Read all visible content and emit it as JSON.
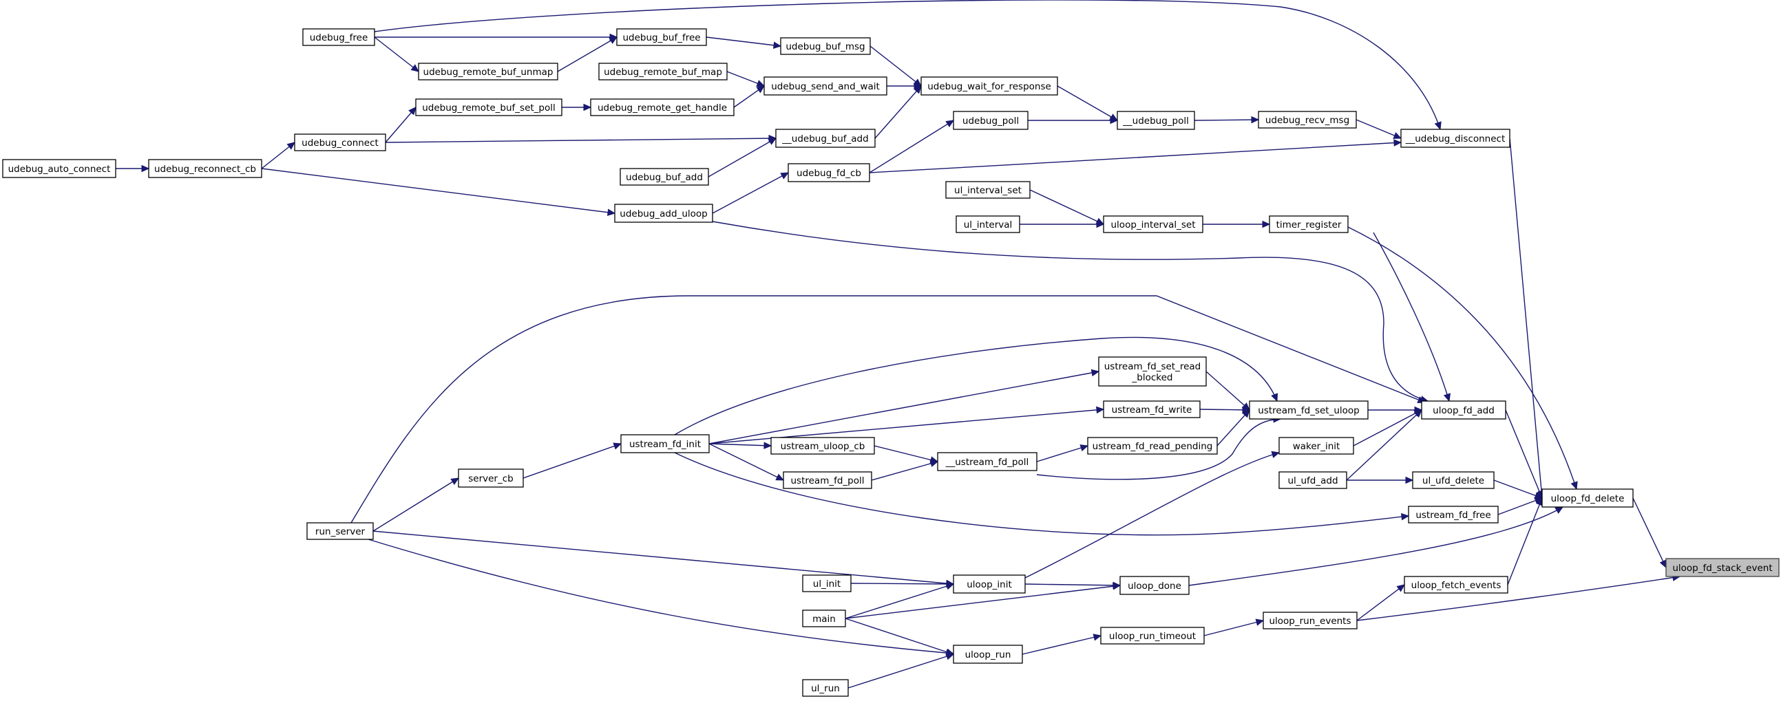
{
  "graph": {
    "type": "call-graph",
    "root": "uloop_fd_stack_event",
    "edge_color": "#191970",
    "root_fill": "#bfbfbf",
    "nodes": [
      {
        "id": "root",
        "label": "uloop_fd_stack_event"
      },
      {
        "id": "fd_delete",
        "label": "uloop_fd_delete"
      },
      {
        "id": "fd_add",
        "label": "uloop_fd_add"
      },
      {
        "id": "ul_ufd_delete",
        "label": "ul_ufd_delete"
      },
      {
        "id": "ustream_fd_free",
        "label": "ustream_fd_free"
      },
      {
        "id": "uloop_done",
        "label": "uloop_done"
      },
      {
        "id": "fetch_events",
        "label": "uloop_fetch_events"
      },
      {
        "id": "run_events",
        "label": "uloop_run_events"
      },
      {
        "id": "disconnect",
        "label": "__udebug_disconnect"
      },
      {
        "id": "timer_register",
        "label": "timer_register"
      },
      {
        "id": "set_uloop",
        "label": "ustream_fd_set_uloop"
      },
      {
        "id": "waker_init",
        "label": "waker_init"
      },
      {
        "id": "ul_ufd_add",
        "label": "ul_ufd_add"
      },
      {
        "id": "recv_msg",
        "label": "udebug_recv_msg"
      },
      {
        "id": "udebug_poll2",
        "label": "__udebug_poll"
      },
      {
        "id": "udebug_poll",
        "label": "udebug_poll"
      },
      {
        "id": "wait_resp",
        "label": "udebug_wait_for_response"
      },
      {
        "id": "send_wait",
        "label": "udebug_send_and_wait"
      },
      {
        "id": "buf_msg",
        "label": "udebug_buf_msg"
      },
      {
        "id": "buf_free",
        "label": "udebug_buf_free"
      },
      {
        "id": "udebug_free",
        "label": "udebug_free"
      },
      {
        "id": "remote_unmap",
        "label": "udebug_remote_buf_unmap"
      },
      {
        "id": "remote_map",
        "label": "udebug_remote_buf_map"
      },
      {
        "id": "remote_get_handle",
        "label": "udebug_remote_get_handle"
      },
      {
        "id": "remote_set_poll",
        "label": "udebug_remote_buf_set_poll"
      },
      {
        "id": "udebug_connect",
        "label": "udebug_connect"
      },
      {
        "id": "reconnect_cb",
        "label": "udebug_reconnect_cb"
      },
      {
        "id": "auto_connect",
        "label": "udebug_auto_connect"
      },
      {
        "id": "buf_add2",
        "label": "__udebug_buf_add"
      },
      {
        "id": "buf_add",
        "label": "udebug_buf_add"
      },
      {
        "id": "fd_cb",
        "label": "udebug_fd_cb"
      },
      {
        "id": "add_uloop",
        "label": "udebug_add_uloop"
      },
      {
        "id": "interval_set",
        "label": "uloop_interval_set"
      },
      {
        "id": "ul_interval_set",
        "label": "ul_interval_set"
      },
      {
        "id": "ul_interval",
        "label": "ul_interval"
      },
      {
        "id": "set_read_blocked",
        "label": "ustream_fd_set_read\n_blocked"
      },
      {
        "id": "fd_write",
        "label": "ustream_fd_write"
      },
      {
        "id": "read_pending",
        "label": "ustream_fd_read_pending"
      },
      {
        "id": "fd_poll2",
        "label": "__ustream_fd_poll"
      },
      {
        "id": "uloop_cb",
        "label": "ustream_uloop_cb"
      },
      {
        "id": "fd_poll",
        "label": "ustream_fd_poll"
      },
      {
        "id": "fd_init",
        "label": "ustream_fd_init"
      },
      {
        "id": "server_cb",
        "label": "server_cb"
      },
      {
        "id": "run_server",
        "label": "run_server"
      },
      {
        "id": "uloop_init",
        "label": "uloop_init"
      },
      {
        "id": "ul_init",
        "label": "ul_init"
      },
      {
        "id": "main",
        "label": "main"
      },
      {
        "id": "uloop_run",
        "label": "uloop_run"
      },
      {
        "id": "ul_run",
        "label": "ul_run"
      },
      {
        "id": "run_timeout",
        "label": "uloop_run_timeout"
      }
    ],
    "edges": [
      {
        "from": "fd_delete",
        "to": "root"
      },
      {
        "from": "run_events",
        "to": "root"
      },
      {
        "from": "fd_add",
        "to": "fd_delete"
      },
      {
        "from": "ul_ufd_delete",
        "to": "fd_delete"
      },
      {
        "from": "ustream_fd_free",
        "to": "fd_delete"
      },
      {
        "from": "uloop_done",
        "to": "fd_delete"
      },
      {
        "from": "fetch_events",
        "to": "fd_delete"
      },
      {
        "from": "disconnect",
        "to": "fd_delete"
      },
      {
        "from": "timer_register",
        "to": "fd_delete"
      },
      {
        "from": "run_events",
        "to": "fetch_events"
      },
      {
        "from": "run_timeout",
        "to": "run_events"
      },
      {
        "from": "uloop_run",
        "to": "run_timeout"
      },
      {
        "from": "main",
        "to": "uloop_run"
      },
      {
        "from": "ul_run",
        "to": "uloop_run"
      },
      {
        "from": "run_server",
        "to": "uloop_run"
      },
      {
        "from": "uloop_init",
        "to": "uloop_done"
      },
      {
        "from": "main",
        "to": "uloop_done"
      },
      {
        "from": "ul_init",
        "to": "uloop_init"
      },
      {
        "from": "main",
        "to": "uloop_init"
      },
      {
        "from": "run_server",
        "to": "uloop_init"
      },
      {
        "from": "uloop_init",
        "to": "waker_init"
      },
      {
        "from": "fd_init",
        "to": "ustream_fd_free"
      },
      {
        "from": "ul_ufd_add",
        "to": "ul_ufd_delete"
      },
      {
        "from": "set_uloop",
        "to": "fd_add"
      },
      {
        "from": "waker_init",
        "to": "fd_add"
      },
      {
        "from": "ul_ufd_add",
        "to": "fd_add"
      },
      {
        "from": "timer_register",
        "to": "fd_add"
      },
      {
        "from": "add_uloop",
        "to": "fd_add"
      },
      {
        "from": "run_server",
        "to": "fd_add"
      },
      {
        "from": "interval_set",
        "to": "timer_register"
      },
      {
        "from": "ul_interval_set",
        "to": "interval_set"
      },
      {
        "from": "ul_interval",
        "to": "interval_set"
      },
      {
        "from": "recv_msg",
        "to": "disconnect"
      },
      {
        "from": "fd_cb",
        "to": "disconnect"
      },
      {
        "from": "udebug_free",
        "to": "disconnect"
      },
      {
        "from": "udebug_poll2",
        "to": "recv_msg"
      },
      {
        "from": "wait_resp",
        "to": "udebug_poll2"
      },
      {
        "from": "udebug_poll",
        "to": "udebug_poll2"
      },
      {
        "from": "send_wait",
        "to": "wait_resp"
      },
      {
        "from": "buf_msg",
        "to": "wait_resp"
      },
      {
        "from": "buf_add2",
        "to": "wait_resp"
      },
      {
        "from": "remote_map",
        "to": "send_wait"
      },
      {
        "from": "remote_get_handle",
        "to": "send_wait"
      },
      {
        "from": "buf_free",
        "to": "buf_msg"
      },
      {
        "from": "udebug_free",
        "to": "buf_free"
      },
      {
        "from": "remote_unmap",
        "to": "buf_free"
      },
      {
        "from": "udebug_free",
        "to": "remote_unmap"
      },
      {
        "from": "remote_set_poll",
        "to": "remote_get_handle"
      },
      {
        "from": "udebug_connect",
        "to": "remote_set_poll"
      },
      {
        "from": "udebug_connect",
        "to": "buf_add2"
      },
      {
        "from": "reconnect_cb",
        "to": "udebug_connect"
      },
      {
        "from": "auto_connect",
        "to": "reconnect_cb"
      },
      {
        "from": "buf_add",
        "to": "buf_add2"
      },
      {
        "from": "fd_cb",
        "to": "udebug_poll"
      },
      {
        "from": "add_uloop",
        "to": "fd_cb"
      },
      {
        "from": "reconnect_cb",
        "to": "add_uloop"
      },
      {
        "from": "set_read_blocked",
        "to": "set_uloop"
      },
      {
        "from": "fd_write",
        "to": "set_uloop"
      },
      {
        "from": "read_pending",
        "to": "set_uloop"
      },
      {
        "from": "fd_poll2",
        "to": "set_uloop"
      },
      {
        "from": "fd_init",
        "to": "set_uloop"
      },
      {
        "from": "fd_poll2",
        "to": "read_pending"
      },
      {
        "from": "uloop_cb",
        "to": "fd_poll2"
      },
      {
        "from": "fd_poll",
        "to": "fd_poll2"
      },
      {
        "from": "fd_init",
        "to": "uloop_cb"
      },
      {
        "from": "fd_init",
        "to": "fd_poll"
      },
      {
        "from": "fd_init",
        "to": "set_read_blocked"
      },
      {
        "from": "fd_init",
        "to": "fd_write"
      },
      {
        "from": "server_cb",
        "to": "fd_init"
      },
      {
        "from": "run_server",
        "to": "server_cb"
      }
    ]
  }
}
